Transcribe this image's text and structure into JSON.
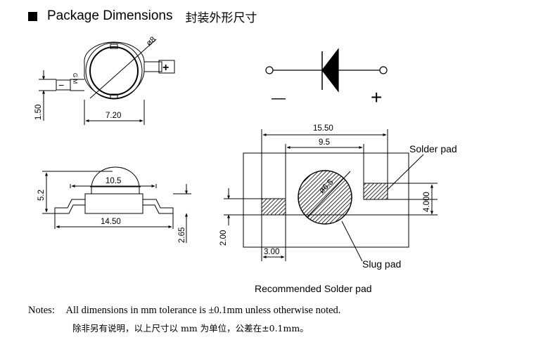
{
  "header": {
    "title": "Package Dimensions",
    "title_cn": "封装外形尺寸"
  },
  "top_view": {
    "dia_label": "ø8",
    "width_label": "7.20",
    "height_label": "1.50",
    "minus": "−",
    "plus": "+"
  },
  "symbol": {
    "minus": "—",
    "plus": "+"
  },
  "side_view": {
    "lens_width": "10.5",
    "total_width": "14.50",
    "height": "5.2",
    "base_height": "2.65"
  },
  "solder_pad": {
    "width_total": "15.50",
    "inner_width": "9.5",
    "pad_height": "4.000",
    "pad_gap": "2.00",
    "pad_width": "3.00",
    "slug_dia": "ø6.5",
    "solder_pad_label": "Solder pad",
    "slug_pad_label": "Slug pad",
    "caption": "Recommended Solder pad"
  },
  "notes": {
    "label": "Notes:",
    "text": "All dimensions in mm tolerance is ±0.1mm unless otherwise noted.",
    "text_cn": "除非另有说明，以上尺寸以 mm 为单位，公差在±0.1mm。"
  }
}
